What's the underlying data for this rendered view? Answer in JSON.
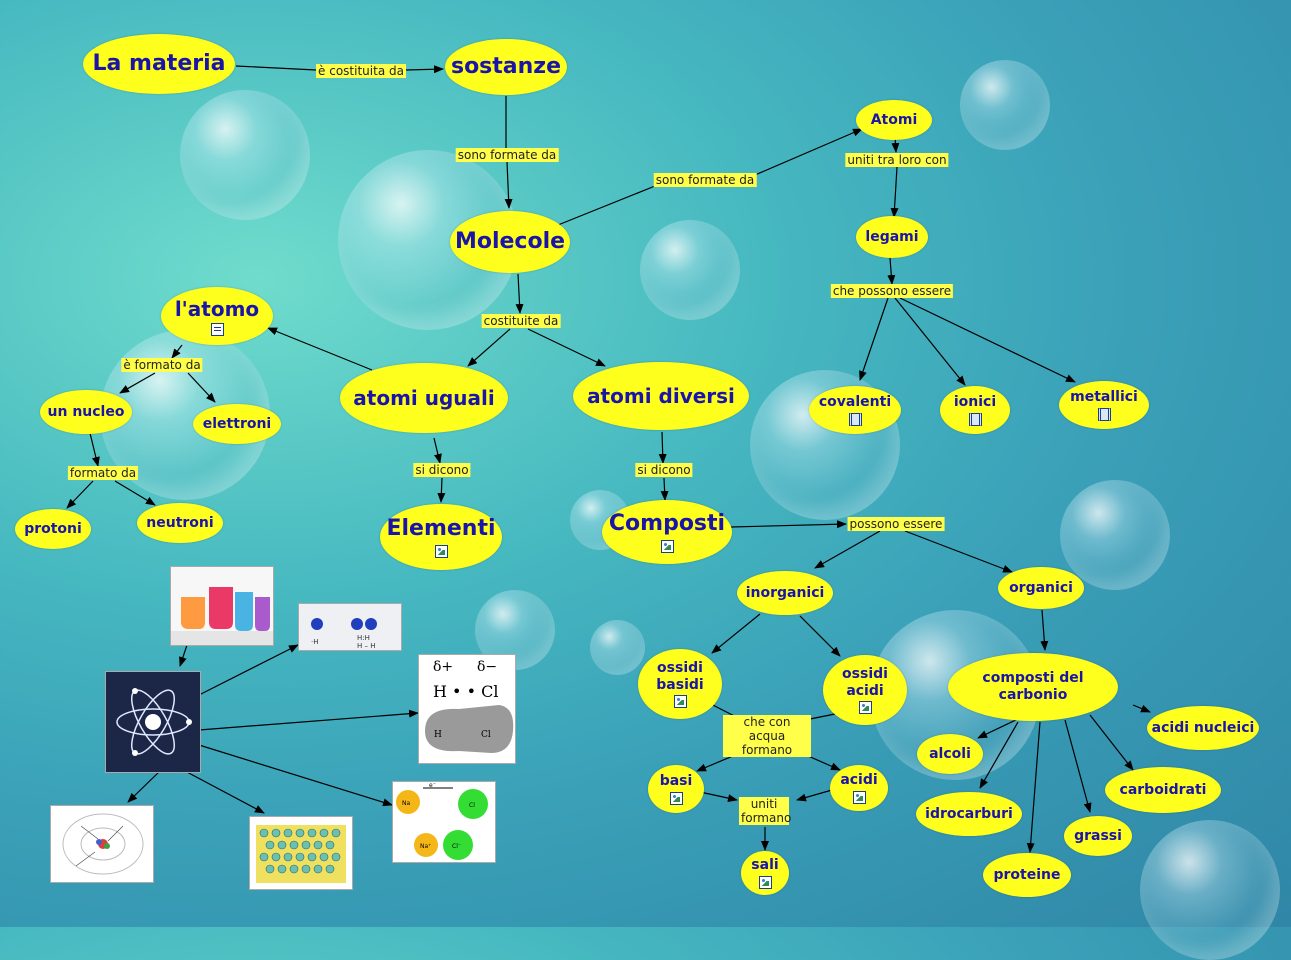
{
  "nodes": {
    "materia": "La materia",
    "sostanze": "sostanze",
    "molecole": "Molecole",
    "atomi": "Atomi",
    "legami": "legami",
    "latomo": "l'atomo",
    "atomi_uguali": "atomi uguali",
    "atomi_diversi": "atomi diversi",
    "nucleo": "un nucleo",
    "elettroni": "elettroni",
    "protoni": "protoni",
    "neutroni": "neutroni",
    "elementi": "Elementi",
    "composti": "Composti",
    "covalenti": "covalenti",
    "ionici": "ionici",
    "metallici": "metallici",
    "inorganici": "inorganici",
    "organici": "organici",
    "ossidi_basidi": "ossidi basidi",
    "ossidi_acidi": "ossidi acidi",
    "composti_carbonio": "composti del carbonio",
    "acidi_nucleici": "acidi nucleici",
    "alcoli": "alcoli",
    "carboidrati": "carboidrati",
    "idrocarburi": "idrocarburi",
    "grassi": "grassi",
    "proteine": "proteine",
    "basi": "basi",
    "acidi": "acidi",
    "sali": "sali"
  },
  "links": {
    "costituita": "è costituita da",
    "formate_da_1": "sono formate da",
    "formate_da_2": "sono formate da",
    "uniti_tra_loro": "uniti tra loro con",
    "possono_essere_1": "che possono essere",
    "costituite_da": "costituite da",
    "formato_da_1": "è formato da",
    "formato_da_2": "formato da",
    "si_dicono_1": "si dicono",
    "si_dicono_2": "si dicono",
    "possono_essere_2": "possono essere",
    "acqua_formano": "che con acqua formano",
    "uniti_formano": "uniti formano"
  },
  "images": {
    "hcl_delta_plus": "δ+",
    "hcl_delta_minus": "δ−",
    "hcl_formula": "H • • Cl",
    "hcl_h": "H",
    "hcl_cl": "Cl",
    "nacl_na": "Na",
    "nacl_cl": "Cl",
    "nacl_na_ion": "Na⁺",
    "nacl_cl_ion": "Cl⁻",
    "nacl_e": "e⁻",
    "h2_left": "·H",
    "h2_right": "H:H",
    "h2_bond": "H – H"
  },
  "colors": {
    "node_fill": "#ffff1e",
    "node_text": "#1a14a8",
    "label_fill": "#ffff4a",
    "arrow": "#000000"
  }
}
